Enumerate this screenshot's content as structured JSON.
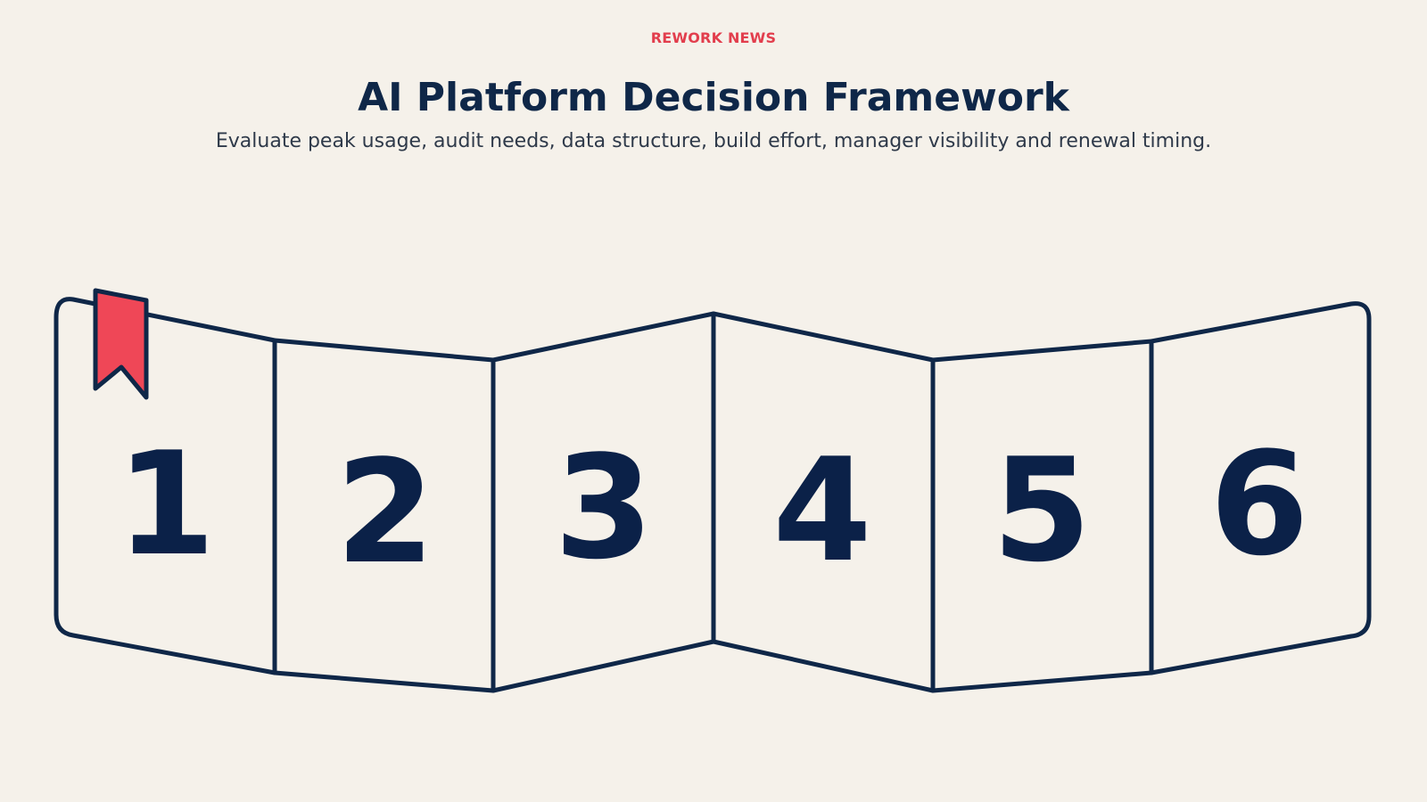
{
  "header": {
    "kicker": "REWORK NEWS",
    "title": "AI Platform Decision Framework",
    "subtitle": "Evaluate peak usage, audit needs, data structure, build effort, manager visibility and renewal timing."
  },
  "panels": [
    {
      "number": "1"
    },
    {
      "number": "2"
    },
    {
      "number": "3"
    },
    {
      "number": "4"
    },
    {
      "number": "5"
    },
    {
      "number": "6"
    }
  ],
  "colors": {
    "background": "#f5f1ea",
    "ink": "#0f2748",
    "accent": "#e23e4d"
  },
  "icons": {
    "bookmark": "bookmark-icon"
  }
}
